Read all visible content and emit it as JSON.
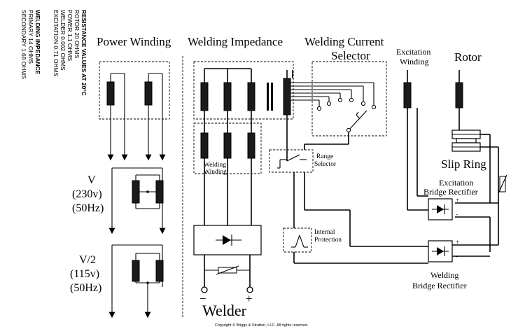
{
  "titles": {
    "power_winding": "Power Winding",
    "welding_impedance": "Welding Impedance",
    "welding_current_selector_line1": "Welding Current",
    "welding_current_selector_line2": "Selector",
    "excitation_winding_line1": "Excitation",
    "excitation_winding_line2": "Winding",
    "rotor": "Rotor"
  },
  "resistance_values": {
    "heading": "RESISTANCE VALUES AT 20°C",
    "lines": [
      "ROTOR 20 OHMS",
      "POWER 1.1 OHMS",
      "WELDER 0.002 OHMS",
      "EXCITATION 0.71 OHMS"
    ],
    "impedance_heading": "WELDING IMPEDANCE",
    "impedance_lines": [
      "PRIMARY 14 OHMS",
      "SECONDARY 1.68 OHMS"
    ]
  },
  "labels": {
    "welding_winding_line1": "Welding",
    "welding_winding_line2": "Winding",
    "range_selector_line1": "Range",
    "range_selector_line2": "Selector",
    "internal_protection_line1": "Internal",
    "internal_protection_line2": "Protection",
    "slip_ring": "Slip Ring",
    "excitation_rectifier_line1": "Excitation",
    "excitation_rectifier_line2": "Bridge Rectifier",
    "welding_rectifier_line1": "Welding",
    "welding_rectifier_line2": "Bridge Rectifier",
    "welder": "Welder",
    "minus": "−",
    "plus": "+",
    "plus_sign": "+",
    "minus_sign": "-"
  },
  "outputs": {
    "v_full": "V",
    "v_full_volts": "(230v)",
    "v_full_freq": "(50Hz)",
    "v_half": "V/2",
    "v_half_volts": "(115v)",
    "v_half_freq": "(50Hz)"
  },
  "copyright": "Copyright © Briggs & Stratton, LLC. All rights reserved."
}
